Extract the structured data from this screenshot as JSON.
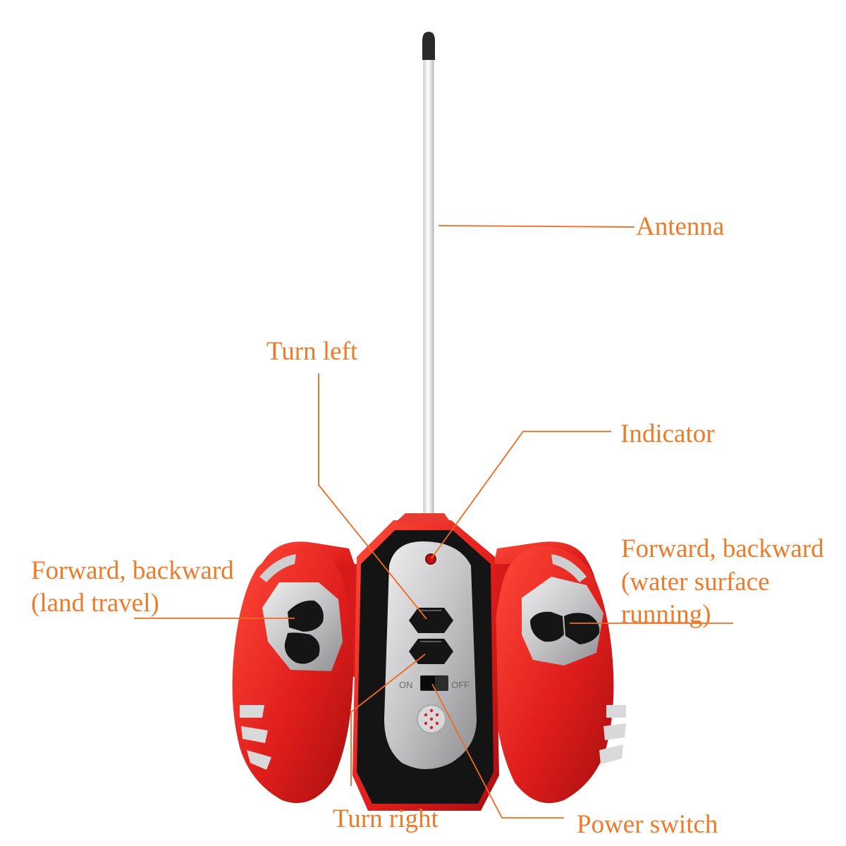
{
  "colors": {
    "label": "#f07a28",
    "leader_line": "#ef6a20",
    "shell_red": "#e01e1c",
    "silver": "#c4c4c6",
    "button_black": "#151515"
  },
  "labels": {
    "antenna": "Antenna",
    "turn_left": "Turn left",
    "indicator": "Indicator",
    "forward_backward_land_line1": "Forward, backward",
    "forward_backward_land_line2": "(land travel)",
    "forward_backward_water_line1": "Forward, backward",
    "forward_backward_water_line2": "(water surface",
    "forward_backward_water_line3": "running)",
    "turn_right": "Turn right",
    "power_switch": "Power switch"
  },
  "switch": {
    "on_text": "ON",
    "off_text": "OFF"
  }
}
